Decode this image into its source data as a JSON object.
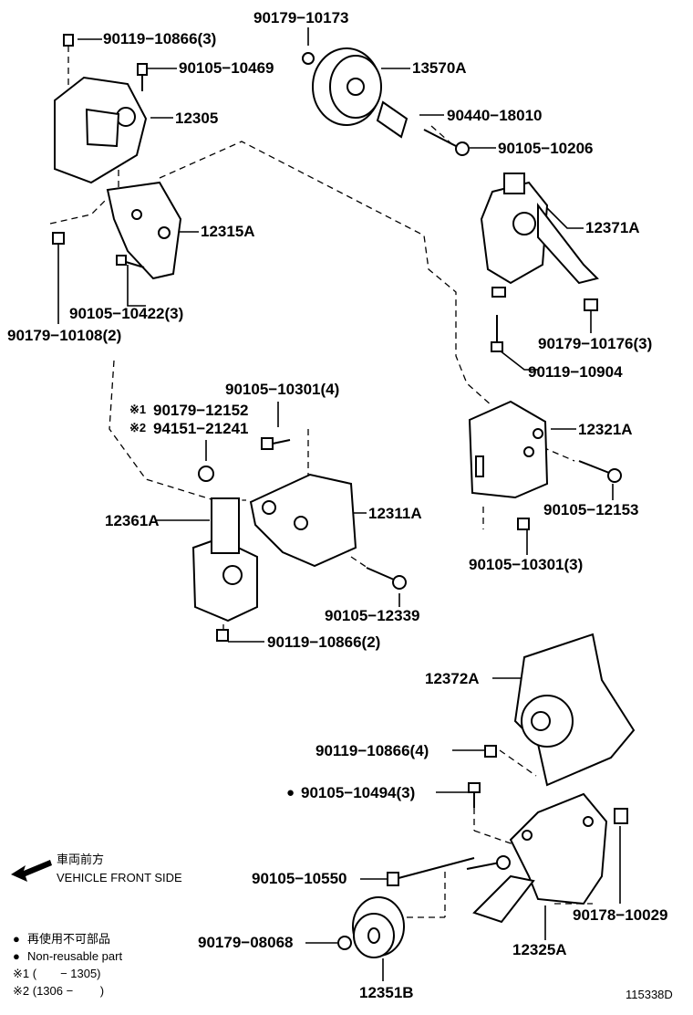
{
  "labels": {
    "p90179_10173": "90179−10173",
    "p90119_10866_3": "90119−10866(3)",
    "p90105_10469": "90105−10469",
    "p13570A": "13570A",
    "p90440_18010": "90440−18010",
    "p12305": "12305",
    "p90105_10206": "90105−10206",
    "p12371A": "12371A",
    "p12315A": "12315A",
    "p90105_10422_3": "90105−10422(3)",
    "p90179_10108_2": "90179−10108(2)",
    "p90179_10176_3": "90179−10176(3)",
    "p90119_10904": "90119−10904",
    "p90105_10301_4": "90105−10301(4)",
    "p90179_12152": "90179−12152",
    "p94151_21241": "94151−21241",
    "p12321A": "12321A",
    "p12361A": "12361A",
    "p12311A": "12311A",
    "p90105_12153": "90105−12153",
    "p90105_10301_3": "90105−10301(3)",
    "p90105_12339": "90105−12339",
    "p90119_10866_2": "90119−10866(2)",
    "p12372A": "12372A",
    "p90119_10866_4": "90119−10866(4)",
    "p90105_10494_3": "90105−10494(3)",
    "p90105_10550": "90105−10550",
    "p90178_10029": "90178−10029",
    "p90179_08068": "90179−08068",
    "p12325A": "12325A",
    "p12351B": "12351B"
  },
  "markers": {
    "ref1": "※1",
    "ref2": "※2",
    "bullet": "●"
  },
  "legend": {
    "front_jp": "車両前方",
    "front_en": "VEHICLE FRONT SIDE",
    "nonreusable_jp": "再使用不可部品",
    "nonreusable_en": "Non-reusable part",
    "ref1_range": "※1 (　　− 1305)",
    "ref2_range": "※2 (1306 −　　 )"
  },
  "figure_id": "115338D"
}
